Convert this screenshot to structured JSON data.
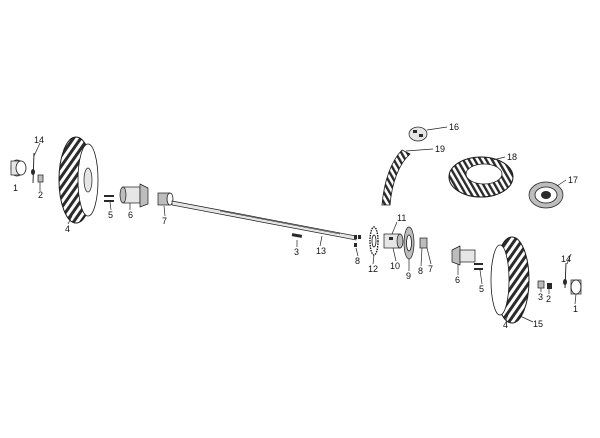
{
  "callouts": {
    "c1_left": "1",
    "c2_left": "2",
    "c4_left": "4",
    "c5_left": "5",
    "c6_left": "6",
    "c7_left": "7",
    "c14_left": "14",
    "c3_mid": "3",
    "c13": "13",
    "c8_a": "8",
    "c12": "12",
    "c10": "10",
    "c11": "11",
    "c9": "9",
    "c8_b": "8",
    "c7_right": "7",
    "c6_right": "6",
    "c5_right": "5",
    "c4_right": "4",
    "c15": "15",
    "c3_right": "3",
    "c2_right": "2",
    "c14_right": "14",
    "c1_right": "1",
    "c16": "16",
    "c19": "19",
    "c18": "18",
    "c17": "17"
  }
}
